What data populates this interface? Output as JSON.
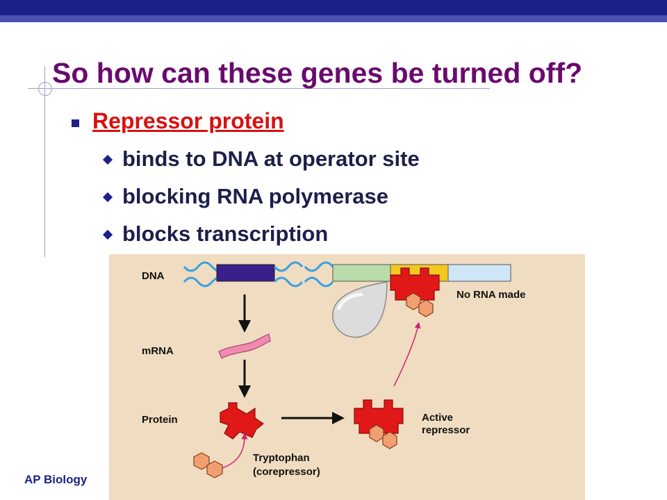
{
  "slide": {
    "title": "So how can these genes be turned off?",
    "footer": "AP Biology"
  },
  "bullets": {
    "main": "Repressor protein",
    "subs": [
      "binds to DNA at operator site",
      "blocking RNA polymerase",
      "blocks transcription"
    ]
  },
  "figure": {
    "labels": {
      "dna": "DNA",
      "mrna": "mRNA",
      "protein": "Protein",
      "no_rna": "No RNA made",
      "active_line1": "Active",
      "active_line2": "repressor",
      "tryp_line1": "Tryptophan",
      "tryp_line2": "(corepressor)"
    },
    "colors": {
      "background": "#f0dcc0",
      "repressor": "#e01818",
      "tryptophan": "#f0a070",
      "gene": "#3a1f8a",
      "operator": "#f2c81e",
      "promoter": "#b9dcaa",
      "downstream": "#cfe6f7",
      "mrna": "#f08ab0",
      "arrow_pink": "#d0206a"
    }
  }
}
